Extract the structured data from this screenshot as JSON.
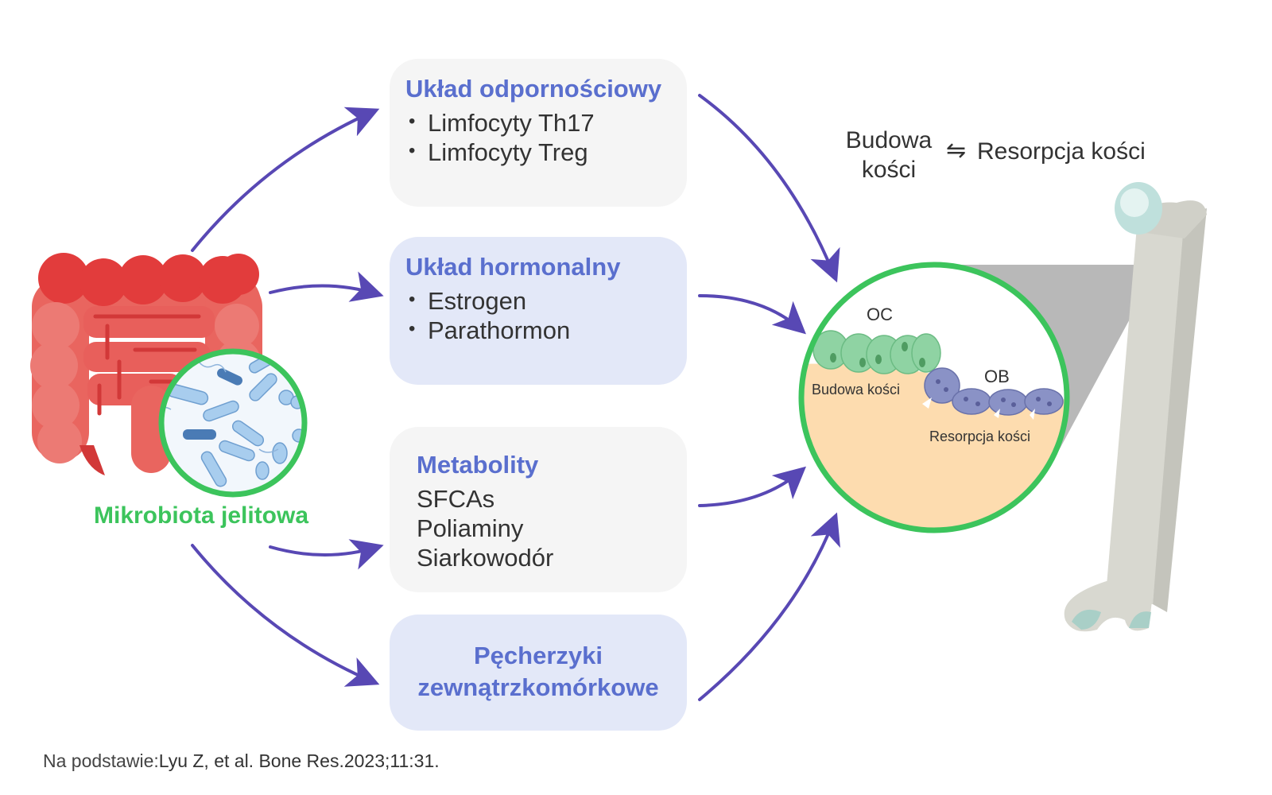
{
  "boxes": {
    "immune": {
      "title": "Układ odpornościowy",
      "items": [
        "Limfocyty Th17",
        "Limfocyty Treg"
      ]
    },
    "hormonal": {
      "title": "Układ hormonalny",
      "items": [
        "Estrogen",
        "Parathormon"
      ]
    },
    "metabolites": {
      "title": "Metabolity",
      "items": [
        "SFCAs",
        "Poliaminy",
        "Siarkowodór"
      ]
    },
    "vesicles": {
      "title_line1": "Pęcherzyki",
      "title_line2": "zewnątrzkomórkowe"
    }
  },
  "gut_label": "Mikrobiota jelitowa",
  "bone_balance": {
    "build_line1": "Budowa",
    "build_line2": "kości",
    "arrows": "⇋",
    "resorption": "Resorpcja kości"
  },
  "bone_inset": {
    "oc": "OC",
    "ob": "OB",
    "build": "Budowa kości",
    "resorption": "Resorpcja kości"
  },
  "source": {
    "prefix": "Na podstawie:",
    "citation": "Lyu Z, et al. Bone Res.2023;11:31."
  },
  "colors": {
    "arrow": "#5848b4",
    "accent_green": "#3cc45c",
    "title_blue": "#5a6fce",
    "box_grey": "#f5f5f5",
    "box_blue": "#e3e8f8",
    "intestine_red": "#e34848",
    "bone_tissue": "#fddcaf",
    "bone_shaft": "#dadad2"
  }
}
